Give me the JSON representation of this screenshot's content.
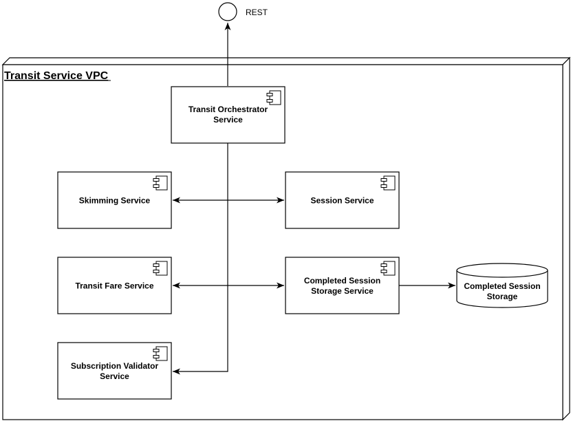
{
  "vpc": {
    "title": "Transit Service VPC"
  },
  "interface": {
    "label": "REST"
  },
  "components": {
    "orchestrator": {
      "line1": "Transit Orchestrator",
      "line2": "Service",
      "icon": "component-icon"
    },
    "skimming": {
      "line1": "Skimming Service",
      "icon": "component-icon"
    },
    "session": {
      "line1": "Session Service",
      "icon": "component-icon"
    },
    "fare": {
      "line1": "Transit Fare Service",
      "icon": "component-icon"
    },
    "completed": {
      "line1": "Completed Session",
      "line2": "Storage Service",
      "icon": "component-icon"
    },
    "subscription": {
      "line1": "Subscription Validator",
      "line2": "Service",
      "icon": "component-icon"
    }
  },
  "storage": {
    "line1": "Completed Session",
    "line2": "Storage"
  }
}
